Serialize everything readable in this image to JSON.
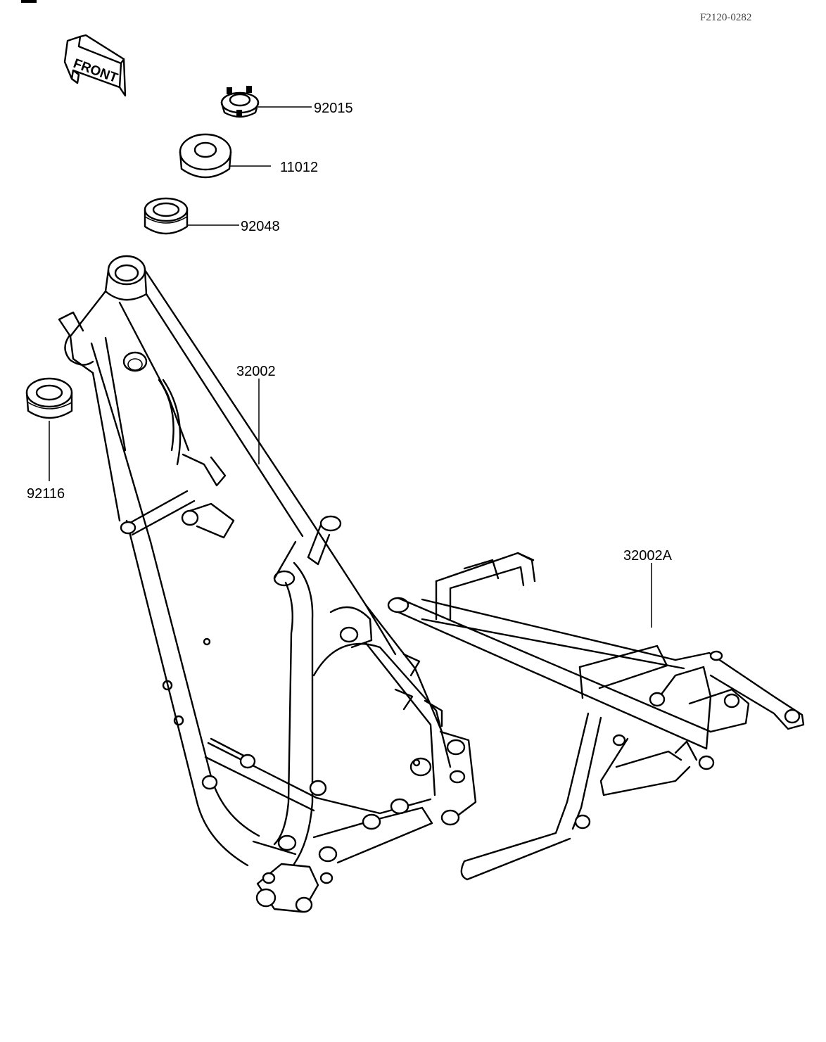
{
  "drawing_code": "F2120-0282",
  "front_label": "FRONT",
  "parts": [
    {
      "number": "92015"
    },
    {
      "number": "11012"
    },
    {
      "number": "92048"
    },
    {
      "number": "32002"
    },
    {
      "number": "92116"
    },
    {
      "number": "32002A"
    }
  ]
}
